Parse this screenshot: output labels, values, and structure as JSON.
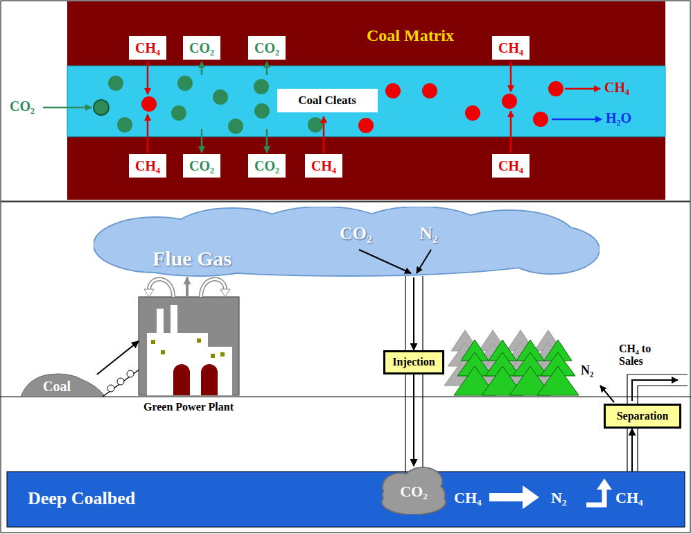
{
  "diagram": {
    "nodes": [
      {
        "text": [
          "Coal Matrix"
        ]
      },
      {
        "text": [
          "CH₄"
        ],
        "in": 0
      },
      {
        "text": [
          "CO₂"
        ],
        "in": 0
      },
      {
        "text": [
          "CO₂"
        ],
        "in": 0
      },
      {
        "text": [
          "CH₄"
        ],
        "in": 0
      },
      {
        "text": [
          "Coal Cleats"
        ],
        "in": 0
      },
      {
        "text": [
          "CH₄"
        ],
        "in": 0
      },
      {
        "text": [
          "CO₂"
        ],
        "in": 0
      },
      {
        "text": [
          "CO₂"
        ],
        "in": 0
      },
      {
        "text": [
          "CH₄"
        ],
        "in": 0
      },
      {
        "text": [
          "CH₄"
        ],
        "in": 0
      },
      {
        "text": [
          "Flue Gas",
          "CO₂",
          "N₂"
        ]
      },
      {
        "text": [
          "Green Power Plant"
        ]
      },
      {
        "text": [
          "Coal"
        ]
      },
      {
        "text": [
          "Injection"
        ]
      },
      {
        "text": [
          "Separation"
        ]
      },
      {
        "text": [
          "Deep Coalbed",
          "CH₄",
          "N₂",
          "CH₄"
        ]
      },
      {
        "text": [
          "CO₂"
        ],
        "in": 16
      }
    ],
    "edges": [
      {
        "from": 13,
        "to": 12,
        "arrow": "to"
      },
      {
        "from": 12,
        "to": 11,
        "arrow": "to"
      },
      {
        "from": 11,
        "to": 14,
        "arrow": "to"
      },
      {
        "from": 14,
        "to": 17,
        "arrow": "to"
      },
      {
        "from": 16,
        "to": 15,
        "arrow": "to"
      }
    ],
    "labels": [
      "CO₂",
      "CH₄",
      "H₂O",
      "N₂",
      "CH₄ to Sales"
    ]
  }
}
